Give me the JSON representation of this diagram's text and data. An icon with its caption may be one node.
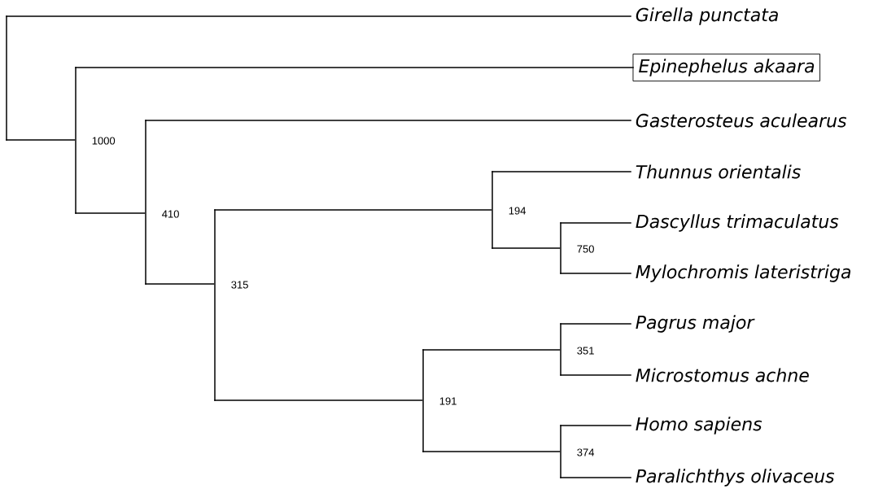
{
  "diagram": {
    "nodes": [
      {
        "text": [
          "*Girella punctata*"
        ]
      },
      {
        "text": [
          "*Epinephelus akaara*"
        ]
      },
      {
        "text": [
          "*Gasterosteus aculearus*"
        ]
      },
      {
        "text": [
          "*Thunnus orientalis*"
        ]
      },
      {
        "text": [
          "*Dascyllus trimaculatus*"
        ]
      },
      {
        "text": [
          "*Mylochromis lateristriga*"
        ]
      },
      {
        "text": [
          "*Pagrus major*"
        ]
      },
      {
        "text": [
          "*Microstomus achne*"
        ]
      },
      {
        "text": [
          "*Homo sapiens*"
        ]
      },
      {
        "text": [
          "*Paralichthys olivaceus*"
        ]
      },
      {
        "text": [],
        "shape": "bar"
      },
      {
        "text": [],
        "shape": "bar",
        "beside": [
          "1000"
        ]
      },
      {
        "text": [],
        "shape": "bar",
        "beside": [
          "410"
        ]
      },
      {
        "text": [],
        "shape": "bar",
        "beside": [
          "315"
        ]
      },
      {
        "text": [],
        "shape": "bar",
        "beside": [
          "194"
        ]
      },
      {
        "text": [],
        "shape": "bar",
        "beside": [
          "750"
        ]
      },
      {
        "text": [],
        "shape": "bar",
        "beside": [
          "191"
        ]
      },
      {
        "text": [],
        "shape": "bar",
        "beside": [
          "351"
        ]
      },
      {
        "text": [],
        "shape": "bar",
        "beside": [
          "374"
        ]
      }
    ],
    "edges": [
      {
        "from": 10,
        "to": 0,
        "arrow": "none"
      },
      {
        "from": 10,
        "to": 11,
        "arrow": "none"
      },
      {
        "from": 11,
        "to": 1,
        "arrow": "none"
      },
      {
        "from": 11,
        "to": 12,
        "arrow": "none"
      },
      {
        "from": 12,
        "to": 2,
        "arrow": "none"
      },
      {
        "from": 12,
        "to": 13,
        "arrow": "none"
      },
      {
        "from": 13,
        "to": 14,
        "arrow": "none"
      },
      {
        "from": 13,
        "to": 16,
        "arrow": "none"
      },
      {
        "from": 14,
        "to": 3,
        "arrow": "none"
      },
      {
        "from": 14,
        "to": 15,
        "arrow": "none"
      },
      {
        "from": 15,
        "to": 4,
        "arrow": "none"
      },
      {
        "from": 15,
        "to": 5,
        "arrow": "none"
      },
      {
        "from": 16,
        "to": 17,
        "arrow": "none"
      },
      {
        "from": 16,
        "to": 18,
        "arrow": "none"
      },
      {
        "from": 17,
        "to": 6,
        "arrow": "none"
      },
      {
        "from": 17,
        "to": 7,
        "arrow": "none"
      },
      {
        "from": 18,
        "to": 8,
        "arrow": "none"
      },
      {
        "from": 18,
        "to": 9,
        "arrow": "none"
      }
    ]
  }
}
